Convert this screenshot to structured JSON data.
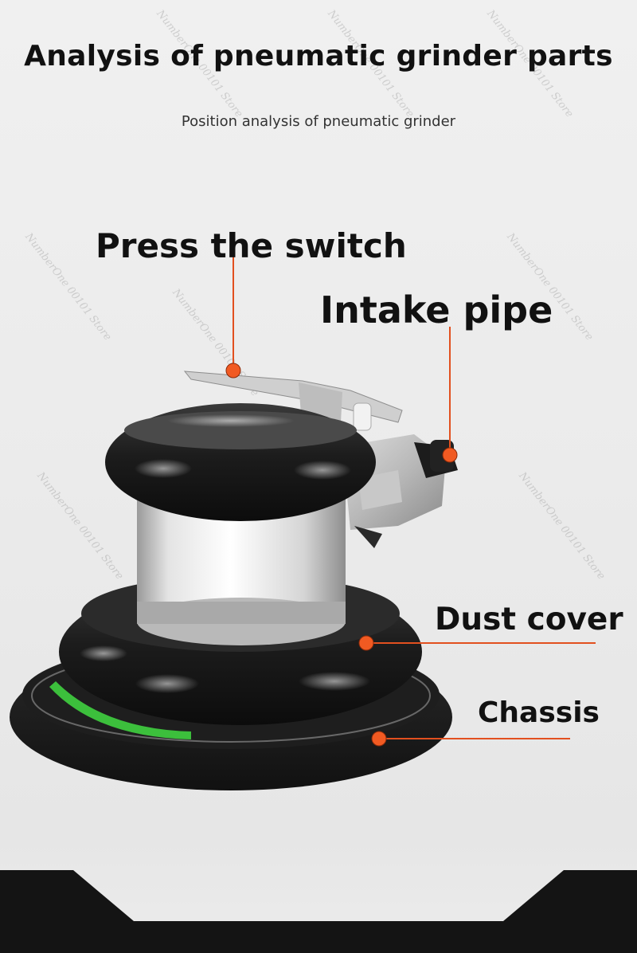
{
  "header": {
    "title": "Analysis of pneumatic grinder parts",
    "subtitle": "Position analysis of pneumatic grinder"
  },
  "labels": {
    "press_switch": "Press the switch",
    "intake_pipe": "Intake pipe",
    "dust_cover": "Dust cover",
    "chassis": "Chassis"
  },
  "watermark": "NumberOne 00101 Store",
  "colors": {
    "callout": "#e2501f",
    "dot": "#f15a22",
    "band": "#141414"
  }
}
